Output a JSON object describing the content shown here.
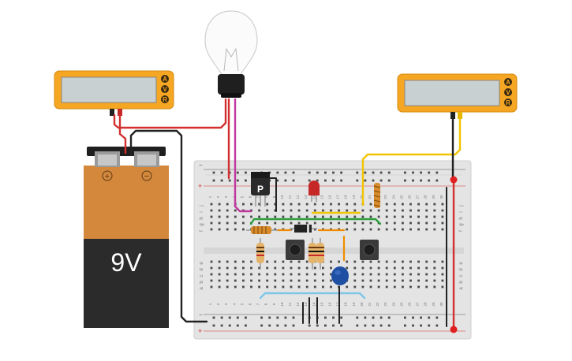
{
  "battery": {
    "label": "9V",
    "plus_symbol": "+",
    "minus_symbol": "−"
  },
  "multimeter_left": {
    "modes": [
      "A",
      "V",
      "R"
    ],
    "selected": "A"
  },
  "multimeter_right": {
    "modes": [
      "A",
      "V",
      "R"
    ],
    "selected": "V"
  },
  "transistor": {
    "label": "P"
  },
  "breadboard": {
    "columns": 30,
    "top_row_letters": [
      "j",
      "i",
      "h",
      "g",
      "f"
    ],
    "bottom_row_letters": [
      "e",
      "d",
      "c",
      "b",
      "a"
    ],
    "rail_plus": "+",
    "rail_minus": "−"
  },
  "colors": {
    "multimeter_body": "#f5a623",
    "battery_top": "#d4883c",
    "battery_body": "#2b2b2b",
    "wire_red": "#d32f2f",
    "wire_black": "#222222",
    "wire_yellow": "#f2c400",
    "wire_magenta": "#c0399f",
    "wire_green": "#2e9e3e",
    "wire_orange": "#f08c00",
    "wire_lightblue": "#7fc6e8"
  }
}
